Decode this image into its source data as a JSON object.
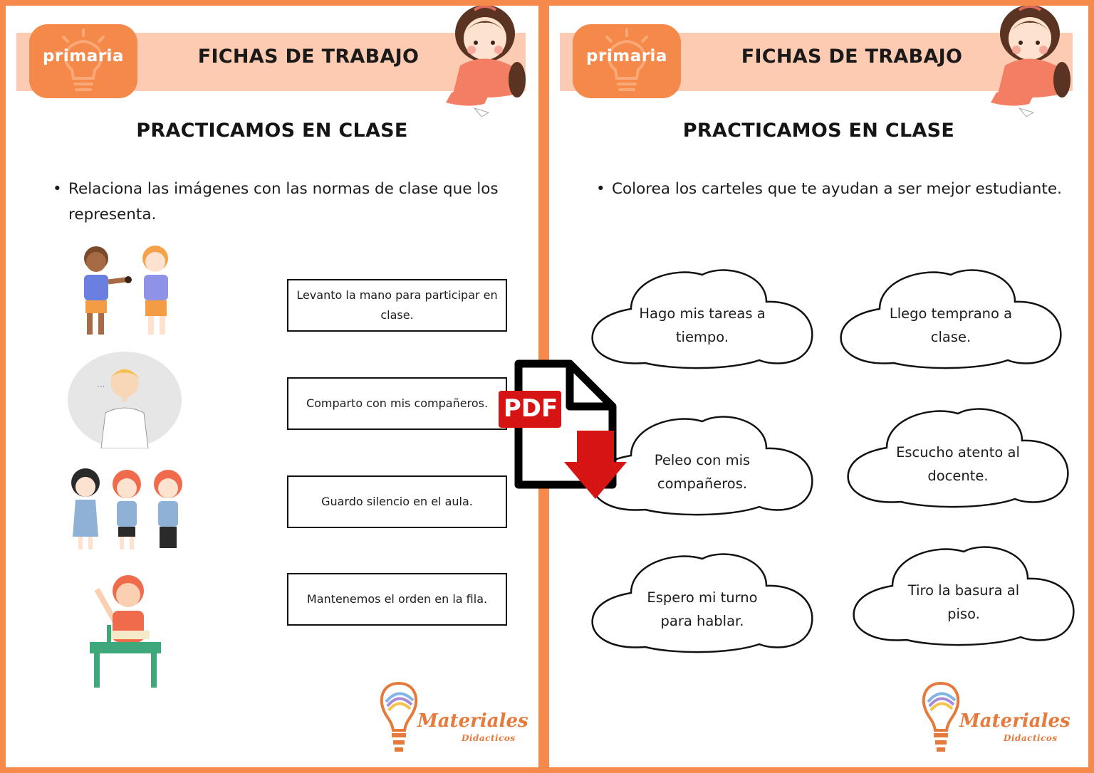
{
  "colors": {
    "frame": "#f58a4b",
    "banner": "#fccbb2",
    "badge": "#f4894a",
    "pdf_red": "#d61414"
  },
  "left": {
    "badge": "primaria",
    "header_title": "FICHAS DE TRABAJO",
    "section_title": "PRACTICAMOS EN CLASE",
    "instruction": "Relaciona las imágenes con las normas de clase que los representa.",
    "norms": [
      "Levanto la mano para participar en clase.",
      "Comparto con mis compañeros.",
      "Guardo silencio en el aula.",
      "Mantenemos el orden en la fila."
    ],
    "logo_title": "Materiales",
    "logo_subtitle": "Didacticos"
  },
  "right": {
    "badge": "primaria",
    "header_title": "FICHAS DE TRABAJO",
    "section_title": "PRACTICAMOS EN CLASE",
    "instruction": "Colorea los carteles que te ayudan a ser mejor estudiante.",
    "clouds": [
      {
        "line1": "Hago mis tareas a",
        "line2": "tiempo."
      },
      {
        "line1": "Llego temprano a",
        "line2": "clase."
      },
      {
        "line1": "Peleo con mis",
        "line2": "compañeros."
      },
      {
        "line1": "Escucho atento al",
        "line2": "docente."
      },
      {
        "line1": "Espero mi turno",
        "line2": "para hablar."
      },
      {
        "line1": "Tiro la basura al",
        "line2": "piso."
      }
    ],
    "logo_title": "Materiales",
    "logo_subtitle": "Didacticos"
  },
  "pdf_badge": "PDF"
}
